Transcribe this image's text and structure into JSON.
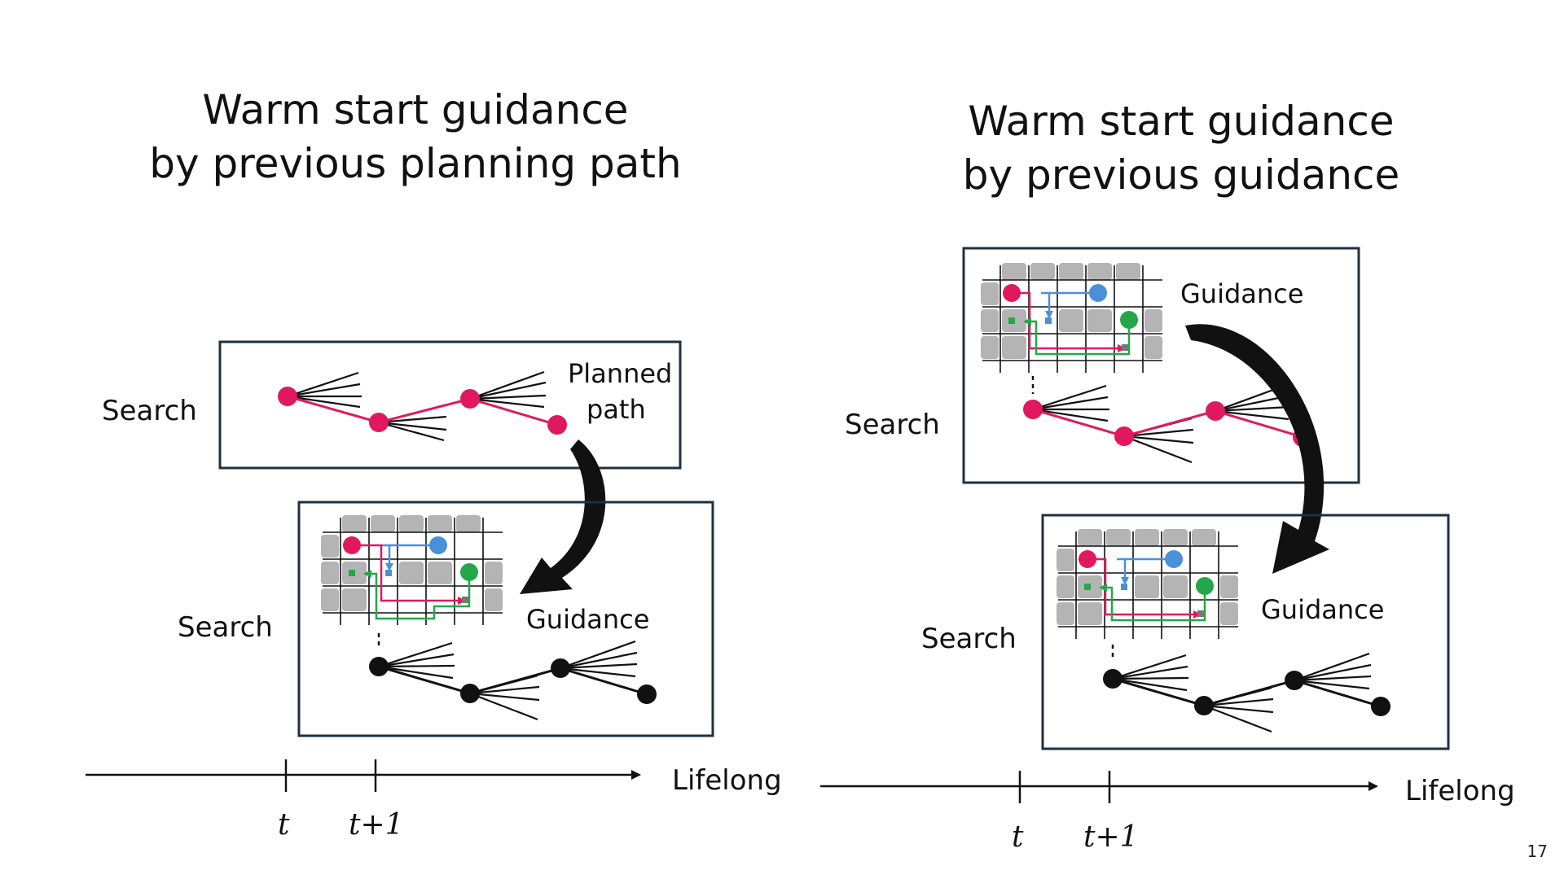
{
  "left": {
    "title_line1": "Warm start guidance",
    "title_line2": "by previous planning path",
    "search_top": "Search",
    "planned_path_line1": "Planned",
    "planned_path_line2": "path",
    "search_bottom": "Search",
    "guidance": "Guidance",
    "timeline_label": "Lifelong",
    "tick_t": "t",
    "tick_t1": "t+1"
  },
  "right": {
    "title_line1": "Warm start guidance",
    "title_line2": "by previous guidance",
    "search_top": "Search",
    "guidance_top": "Guidance",
    "search_bottom": "Search",
    "guidance_bottom": "Guidance",
    "timeline_label": "Lifelong",
    "tick_t": "t",
    "tick_t1": "t+1"
  },
  "page_number": "17",
  "colors": {
    "magenta": "#e0195f",
    "blue": "#4a90d9",
    "green": "#22a84a",
    "obstacle": "#b4b4b4",
    "frame": "#1f3040"
  }
}
